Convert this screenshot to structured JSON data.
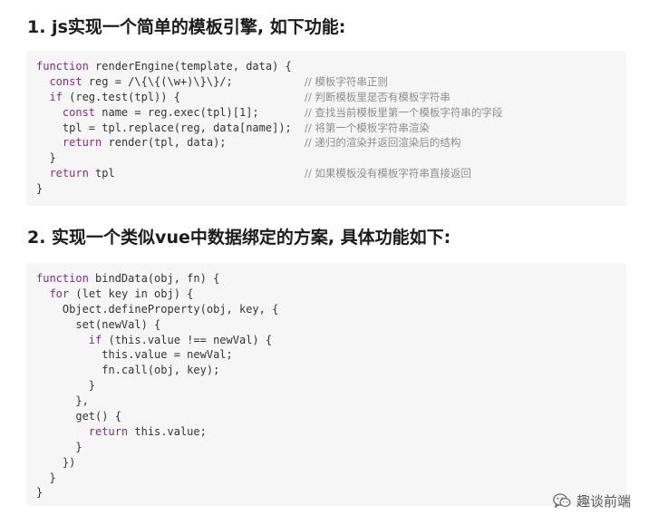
{
  "headings": {
    "h1": "1. js实现一个简单的模板引擎, 如下功能:",
    "h2": "2. 实现一个类似vue中数据绑定的方案, 具体功能如下:"
  },
  "code1": [
    {
      "indent": "",
      "kw": "function",
      "code": " renderEngine(template, data) {",
      "comment": ""
    },
    {
      "indent": "  ",
      "kw": "const",
      "code": " reg = /\\{\\{(\\w+)\\}\\}/;",
      "comment": "// 模板字符串正则"
    },
    {
      "indent": "  ",
      "kw": "if",
      "code": " (reg.test(tpl)) {",
      "comment": "// 判断模板里是否有模板字符串"
    },
    {
      "indent": "    ",
      "kw": "const",
      "code": " name = reg.exec(tpl)[1];",
      "comment": "// 查找当前模板里第一个模板字符串的字段"
    },
    {
      "indent": "    ",
      "kw": "",
      "code": "tpl = tpl.replace(reg, data[name]);",
      "comment": "// 将第一个模板字符串渲染"
    },
    {
      "indent": "    ",
      "kw": "return",
      "code": " render(tpl, data);",
      "comment": "// 递归的渲染并返回渲染后的结构"
    },
    {
      "indent": "  ",
      "kw": "",
      "code": "}",
      "comment": ""
    },
    {
      "indent": "  ",
      "kw": "return",
      "code": " tpl",
      "comment": "// 如果模板没有模板字符串直接返回"
    },
    {
      "indent": "",
      "kw": "",
      "code": "}",
      "comment": ""
    }
  ],
  "code2": [
    {
      "indent": "",
      "kw": "function",
      "code": " bindData(obj, fn) {",
      "comment": ""
    },
    {
      "indent": "  ",
      "kw": "for",
      "code": " (let key in obj) {",
      "comment": ""
    },
    {
      "indent": "    ",
      "kw": "",
      "code": "Object.defineProperty(obj, key, {",
      "comment": ""
    },
    {
      "indent": "      ",
      "kw": "",
      "code": "set(newVal) {",
      "comment": ""
    },
    {
      "indent": "        ",
      "kw": "if",
      "code": " (this.value !== newVal) {",
      "comment": ""
    },
    {
      "indent": "          ",
      "kw": "",
      "code": "this.value = newVal;",
      "comment": ""
    },
    {
      "indent": "          ",
      "kw": "",
      "code": "fn.call(obj, key);",
      "comment": ""
    },
    {
      "indent": "        ",
      "kw": "",
      "code": "}",
      "comment": ""
    },
    {
      "indent": "      ",
      "kw": "",
      "code": "},",
      "comment": ""
    },
    {
      "indent": "      ",
      "kw": "",
      "code": "get() {",
      "comment": ""
    },
    {
      "indent": "        ",
      "kw": "return",
      "code": " this.value;",
      "comment": ""
    },
    {
      "indent": "      ",
      "kw": "",
      "code": "}",
      "comment": ""
    },
    {
      "indent": "    ",
      "kw": "",
      "code": "})",
      "comment": ""
    },
    {
      "indent": "  ",
      "kw": "",
      "code": "}",
      "comment": ""
    },
    {
      "indent": "",
      "kw": "",
      "code": "}",
      "comment": ""
    }
  ],
  "watermark": {
    "text": "趣谈前端",
    "icon": "wechat-icon"
  }
}
